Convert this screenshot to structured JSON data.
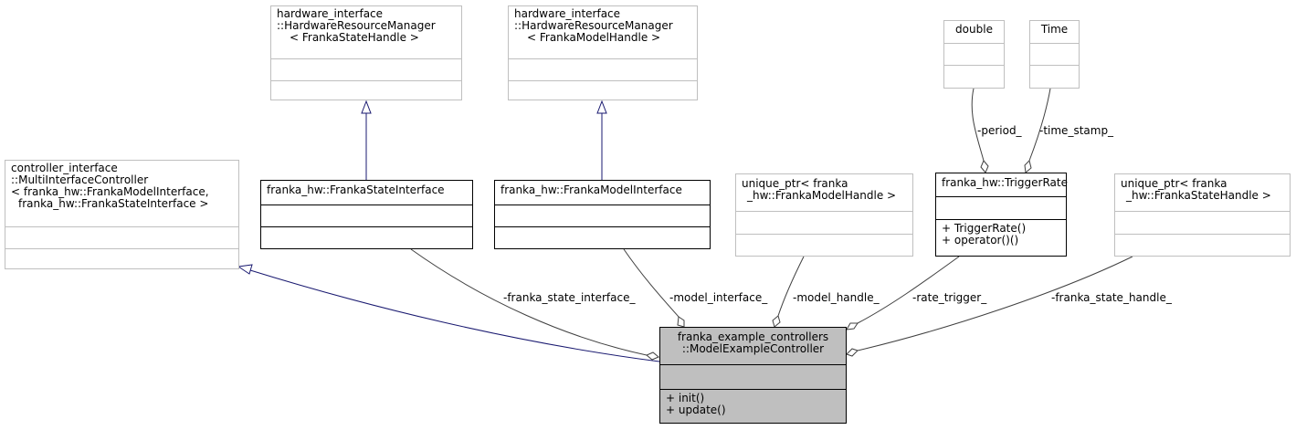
{
  "nodes": {
    "hrm_state": {
      "name": [
        "hardware_interface",
        "::HardwareResourceManager",
        "< FrankaStateHandle >"
      ],
      "members": [],
      "methods": []
    },
    "hrm_model": {
      "name": [
        "hardware_interface",
        "::HardwareResourceManager",
        "< FrankaModelHandle >"
      ],
      "members": [],
      "methods": []
    },
    "multi": {
      "name": [
        "controller_interface",
        "::MultiInterfaceController",
        "< franka_hw::FrankaModelInterface,",
        "franka_hw::FrankaStateInterface >"
      ],
      "members": [],
      "methods": []
    },
    "state_iface": {
      "name": [
        "franka_hw::FrankaStateInterface"
      ],
      "members": [],
      "methods": []
    },
    "model_iface": {
      "name": [
        "franka_hw::FrankaModelInterface"
      ],
      "members": [],
      "methods": []
    },
    "uptr_model": {
      "name": [
        "unique_ptr< franka",
        "_hw::FrankaModelHandle >"
      ],
      "members": [],
      "methods": []
    },
    "double": {
      "name": [
        "double"
      ],
      "members": [],
      "methods": []
    },
    "time": {
      "name": [
        "Time"
      ],
      "members": [],
      "methods": []
    },
    "trigger": {
      "name": [
        "franka_hw::TriggerRate"
      ],
      "members": [],
      "methods": [
        "+ TriggerRate()",
        "+ operator()()"
      ]
    },
    "uptr_state": {
      "name": [
        "unique_ptr< franka",
        "_hw::FrankaStateHandle >"
      ],
      "members": [],
      "methods": []
    },
    "controller": {
      "name": [
        "franka_example_controllers",
        "::ModelExampleController"
      ],
      "members": [],
      "methods": [
        "+ init()",
        "+ update()"
      ]
    }
  },
  "edges": {
    "franka_state_interface": "-franka_state_interface_",
    "model_interface": "-model_interface_",
    "model_handle": "-model_handle_",
    "rate_trigger": "-rate_trigger_",
    "franka_state_handle": "-franka_state_handle_",
    "period": "-period_",
    "time_stamp": "-time_stamp_"
  },
  "colors": {
    "inheritance": "#191970",
    "aggregation": "#404040",
    "focus_fill": "#bfbfbf"
  }
}
